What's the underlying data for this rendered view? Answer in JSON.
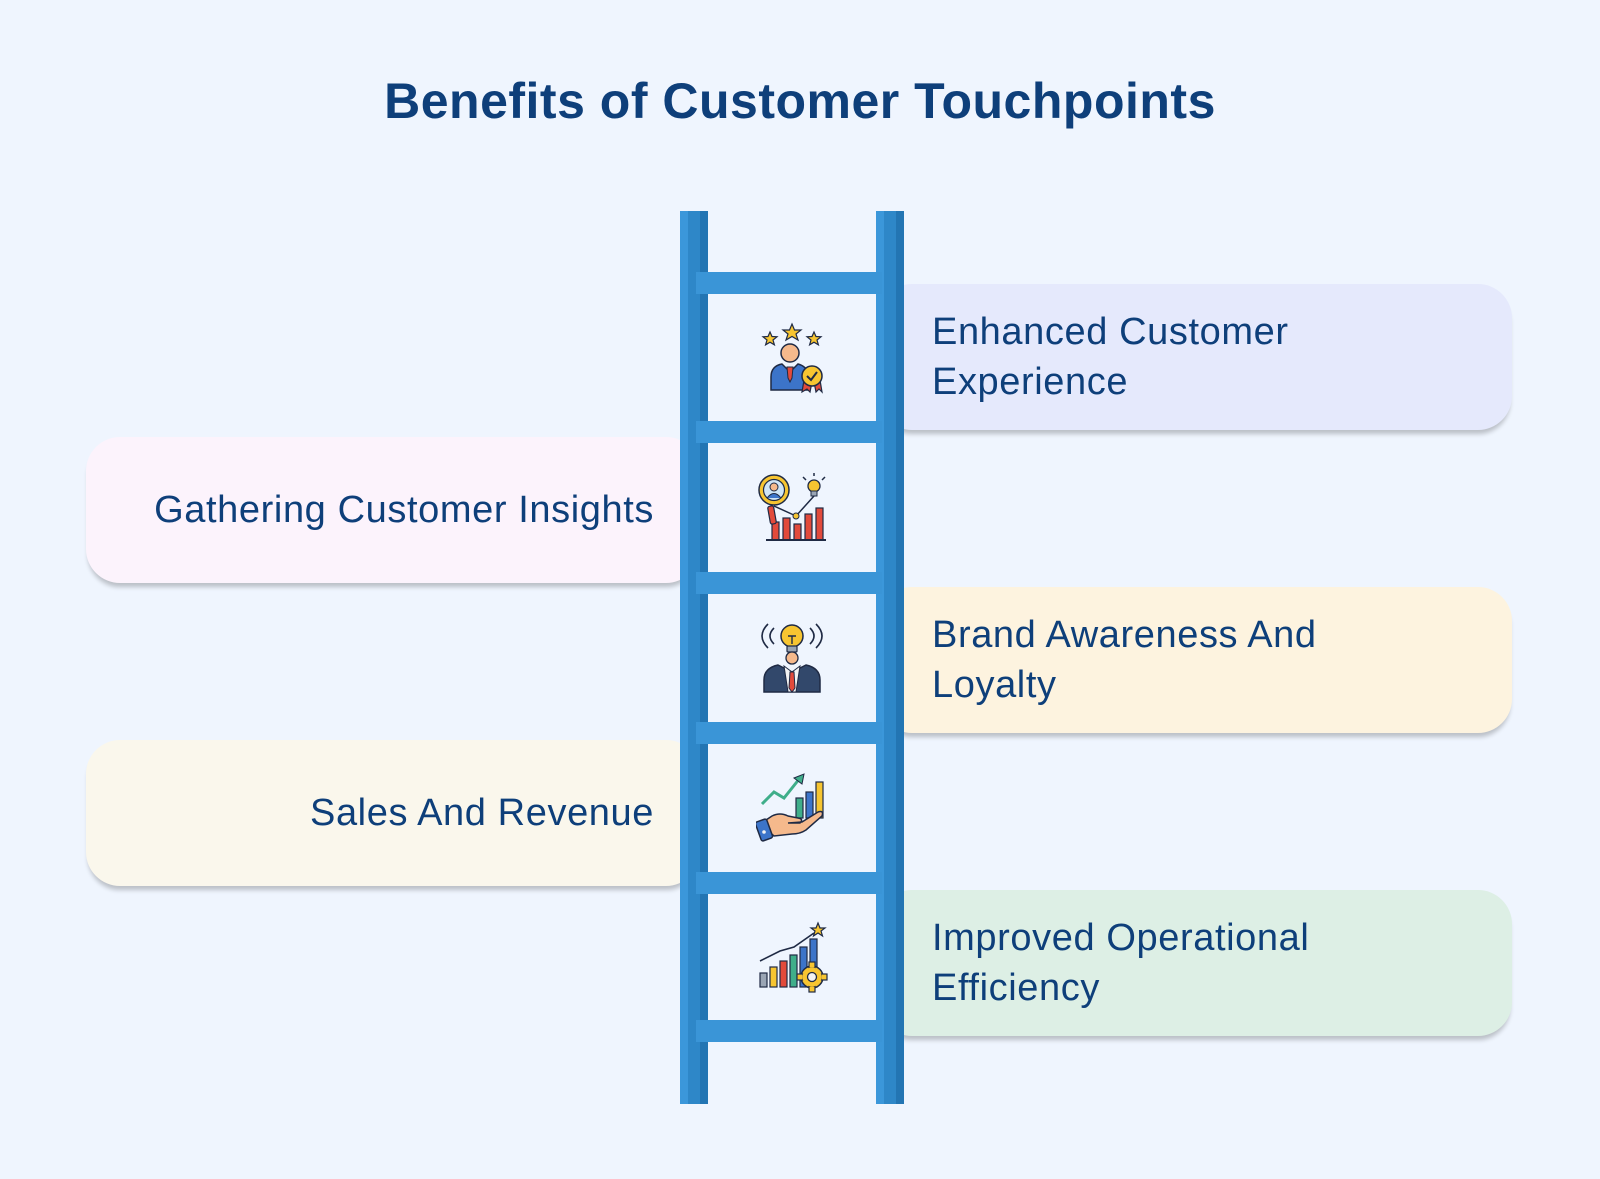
{
  "title": "Benefits of Customer Touchpoints",
  "steps": [
    {
      "label": "Enhanced Customer Experience",
      "side": "right",
      "bg": "#e5e9fc",
      "icon": "customer-satisfaction-award-icon"
    },
    {
      "label": "Gathering Customer Insights",
      "side": "left",
      "bg": "#fcf3fc",
      "icon": "customer-insights-analytics-icon"
    },
    {
      "label": "Brand Awareness And Loyalty",
      "side": "right",
      "bg": "#fdf3df",
      "icon": "brand-awareness-lightbulb-icon"
    },
    {
      "label": "Sales And Revenue",
      "side": "left",
      "bg": "#faf7ec",
      "icon": "sales-growth-hand-icon"
    },
    {
      "label": "Improved Operational Efficiency",
      "side": "right",
      "bg": "#ddefe5",
      "icon": "operational-efficiency-chart-gear-icon"
    }
  ],
  "colors": {
    "title": "#0e3f7a",
    "ladder": "#2e87c8",
    "background": "#eff5fe"
  }
}
